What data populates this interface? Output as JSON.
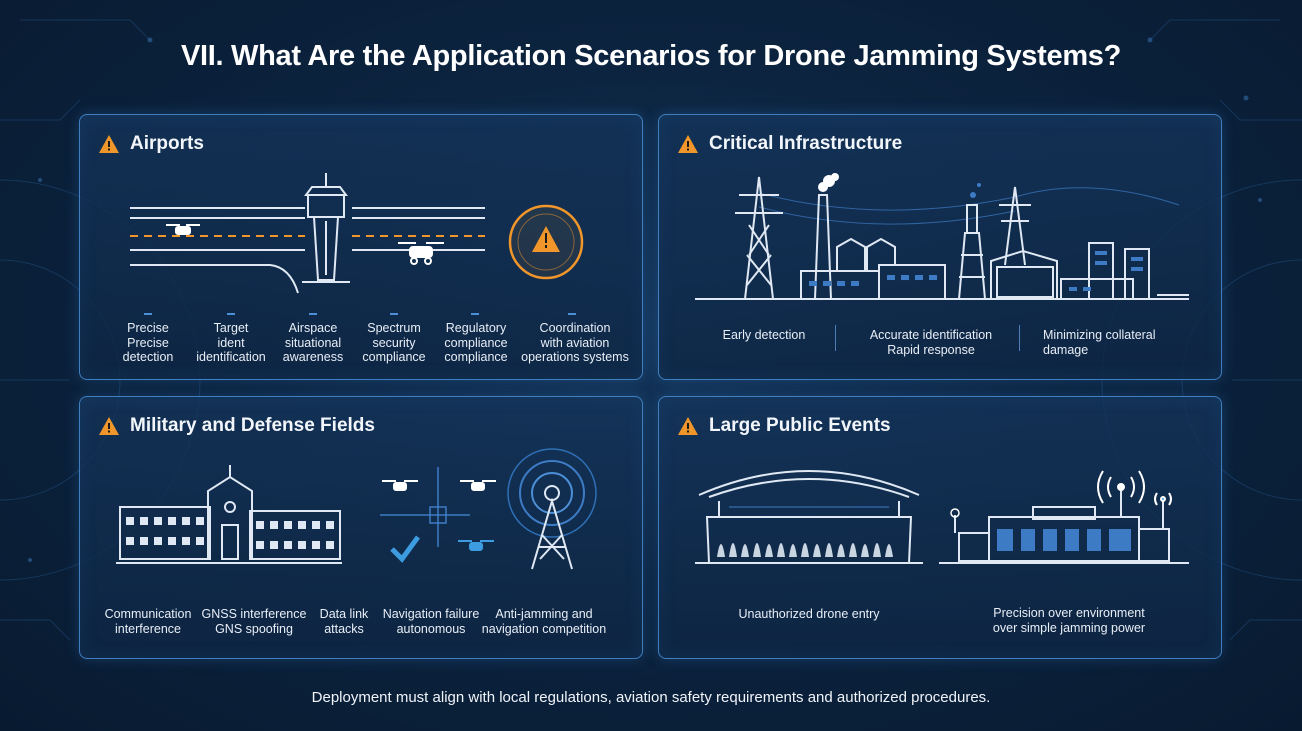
{
  "page": {
    "title": "VII. What Are the Application Scenarios for Drone Jamming Systems?",
    "footer": "Deployment must align with local regulations, aviation safety requirements and authorized procedures."
  },
  "colors": {
    "background": "#0c2440",
    "panel_border": "#3f7fc0",
    "warning_orange": "#f0962a",
    "accent_blue": "#4d8fd6"
  },
  "panels": {
    "airports": {
      "title": "Airports",
      "icon": "warning-icon",
      "labels": [
        "Precise\nPrecise\ndetection",
        "Target\nident\nidentification",
        "Airspace\nsituational\nawareness",
        "Spectrum\nsecurity\ncompliance",
        "Regulatory\ncompliance\ncompliance",
        "Coordination\nwith aviation\noperations systems"
      ]
    },
    "infrastructure": {
      "title": "Critical Infrastructure",
      "icon": "warning-icon",
      "labels": [
        "Early detection",
        "Accurate identification\nRapid response",
        "Minimizing collateral\ndamage"
      ]
    },
    "military": {
      "title": "Military and Defense Fields",
      "icon": "warning-icon",
      "labels": [
        "Communication\ninterference",
        "GNSS interference\nGNS spoofing",
        "Data link\nattacks",
        "Navigation failure\nautonomous",
        "Anti-jamming and\nnavigation competition"
      ]
    },
    "events": {
      "title": "Large Public Events",
      "icon": "warning-icon",
      "labels": [
        "Unauthorized drone entry",
        "Precision over environment\nover simple jamming power"
      ]
    }
  }
}
